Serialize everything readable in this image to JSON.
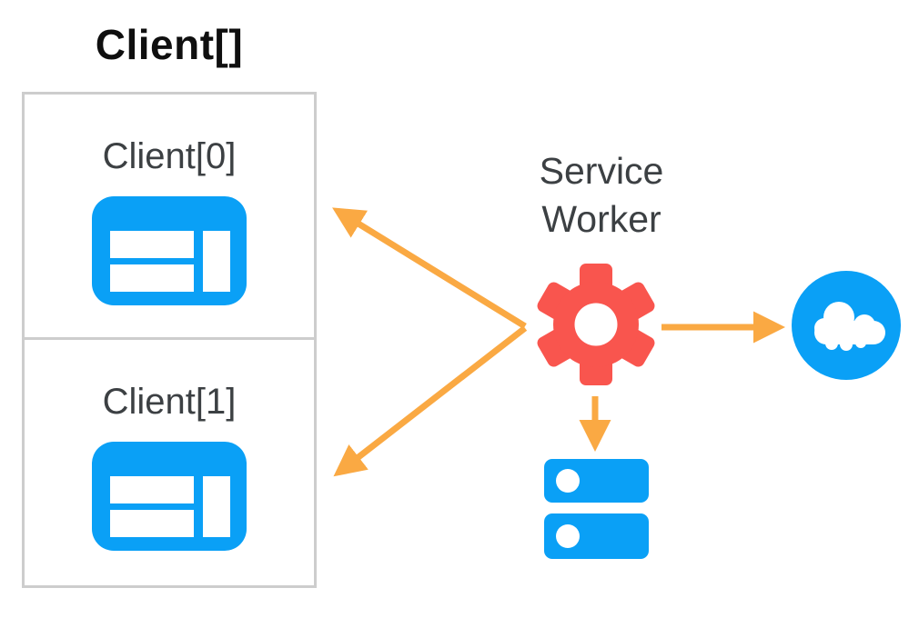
{
  "colors": {
    "blue": "#0AA0F6",
    "red": "#F9554E",
    "orange": "#FAA943",
    "title_text": "#0F0F0F",
    "label_text": "#3C4043",
    "box_border": "#CDCDCD"
  },
  "diagram": {
    "title": "Client[]",
    "clients": [
      {
        "label": "Client[0]",
        "icon": "browser-window-icon"
      },
      {
        "label": "Client[1]",
        "icon": "browser-window-icon"
      }
    ],
    "service_worker": {
      "label": "Service Worker",
      "icon": "gear-icon"
    },
    "network": {
      "icon": "cloud-icon"
    },
    "storage": {
      "icon": "storage-server-icon"
    },
    "arrows": [
      {
        "from": "service-worker",
        "to": "client-0",
        "style": "single-head",
        "color": "orange"
      },
      {
        "from": "service-worker",
        "to": "client-1",
        "style": "single-head",
        "color": "orange"
      },
      {
        "from": "service-worker",
        "to": "network-cloud",
        "style": "single-head",
        "color": "orange"
      },
      {
        "from": "service-worker",
        "to": "storage",
        "style": "single-head",
        "color": "orange"
      }
    ]
  }
}
